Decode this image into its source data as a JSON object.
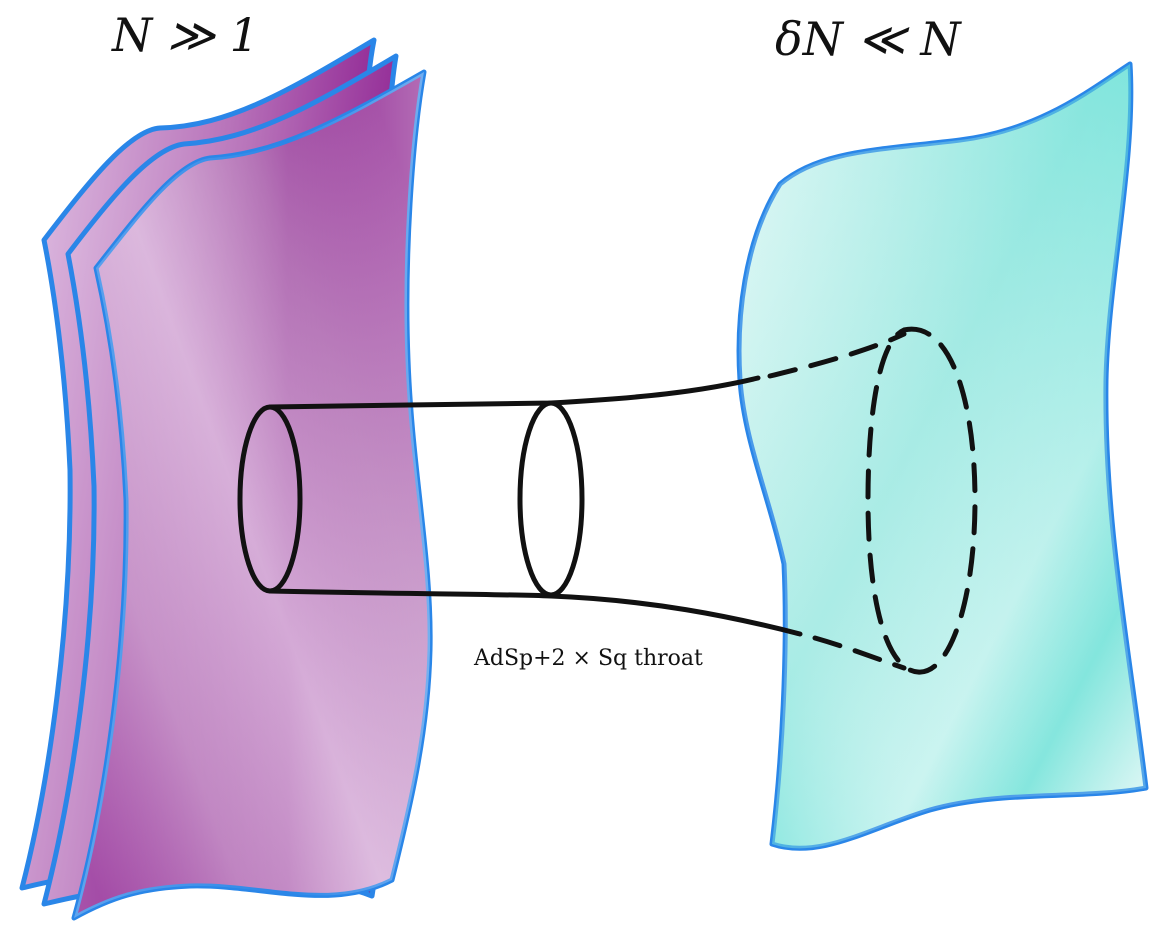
{
  "labels": {
    "left_stack": "N ≫ 1",
    "right_brane": "δN ≪ N",
    "throat": "AdSp+2 × Sq throat"
  },
  "colors": {
    "stack_dark": "#8a1a8e",
    "stack_light": "#ecd6ee",
    "brane_dark": "#5ee0d6",
    "brane_light": "#e6f9f7",
    "outline": "#2a86e8",
    "throat_line": "#111111"
  }
}
